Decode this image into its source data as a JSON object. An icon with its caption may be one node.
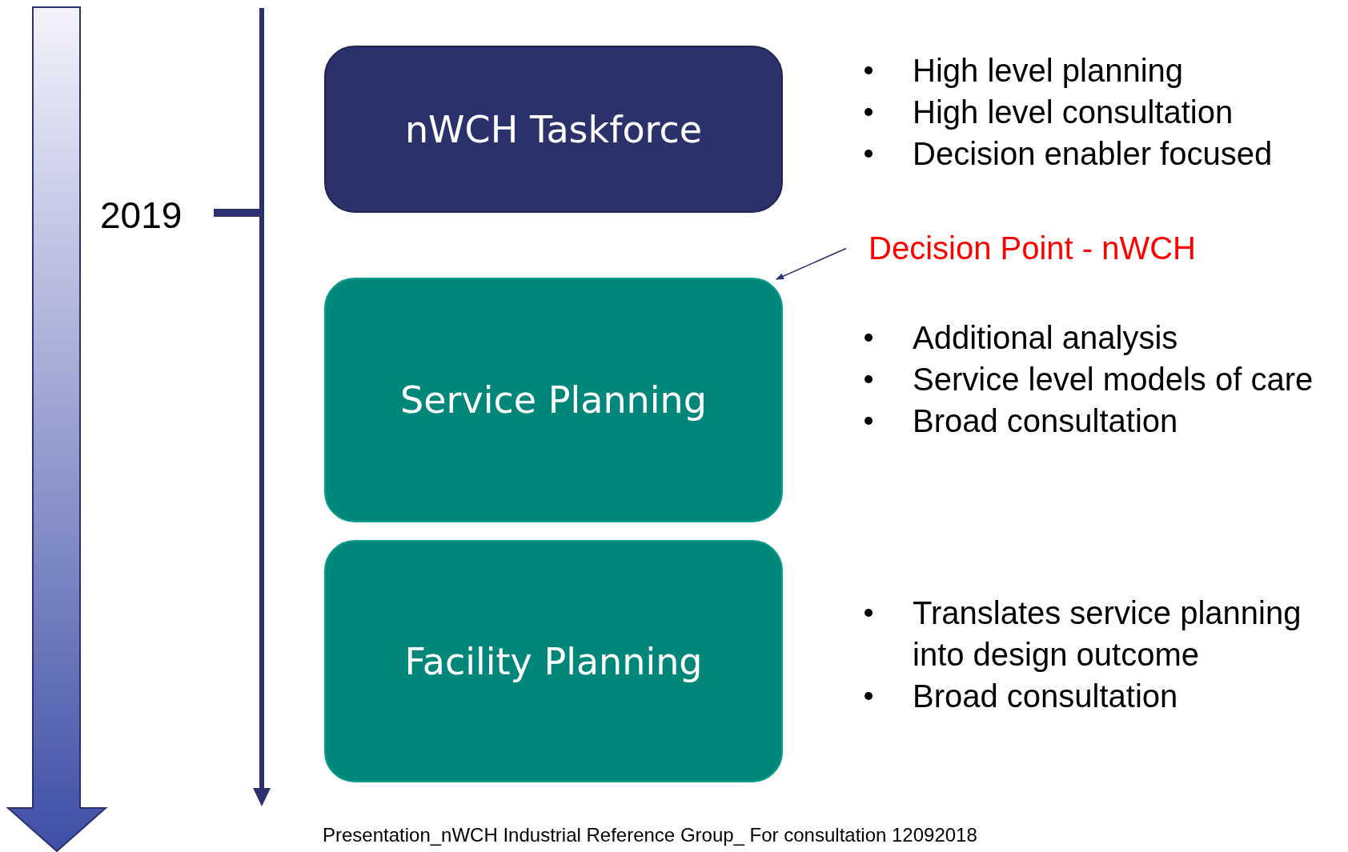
{
  "diagram": {
    "caption": "Presentation_nWCH Industrial Reference Group_ For consultation 12092018",
    "nodes": [
      {
        "text": [
          "nWCH Taskforce"
        ],
        "beside": [
          "High level planning",
          "High level consultation",
          "Decision enabler focused"
        ]
      },
      {
        "text": [
          "Service Planning"
        ],
        "beside": [
          "Additional analysis",
          "Service level models of care",
          "Broad consultation"
        ]
      },
      {
        "text": [
          "Facility Planning"
        ],
        "beside": [
          "Translates service planning into design outcome",
          "Broad consultation"
        ]
      },
      {
        "text": [
          "Decision Point - nWCH"
        ]
      }
    ],
    "edges": [
      {
        "from": 3,
        "to": 1,
        "arrow": "to"
      }
    ],
    "labels": [
      "2019"
    ]
  }
}
